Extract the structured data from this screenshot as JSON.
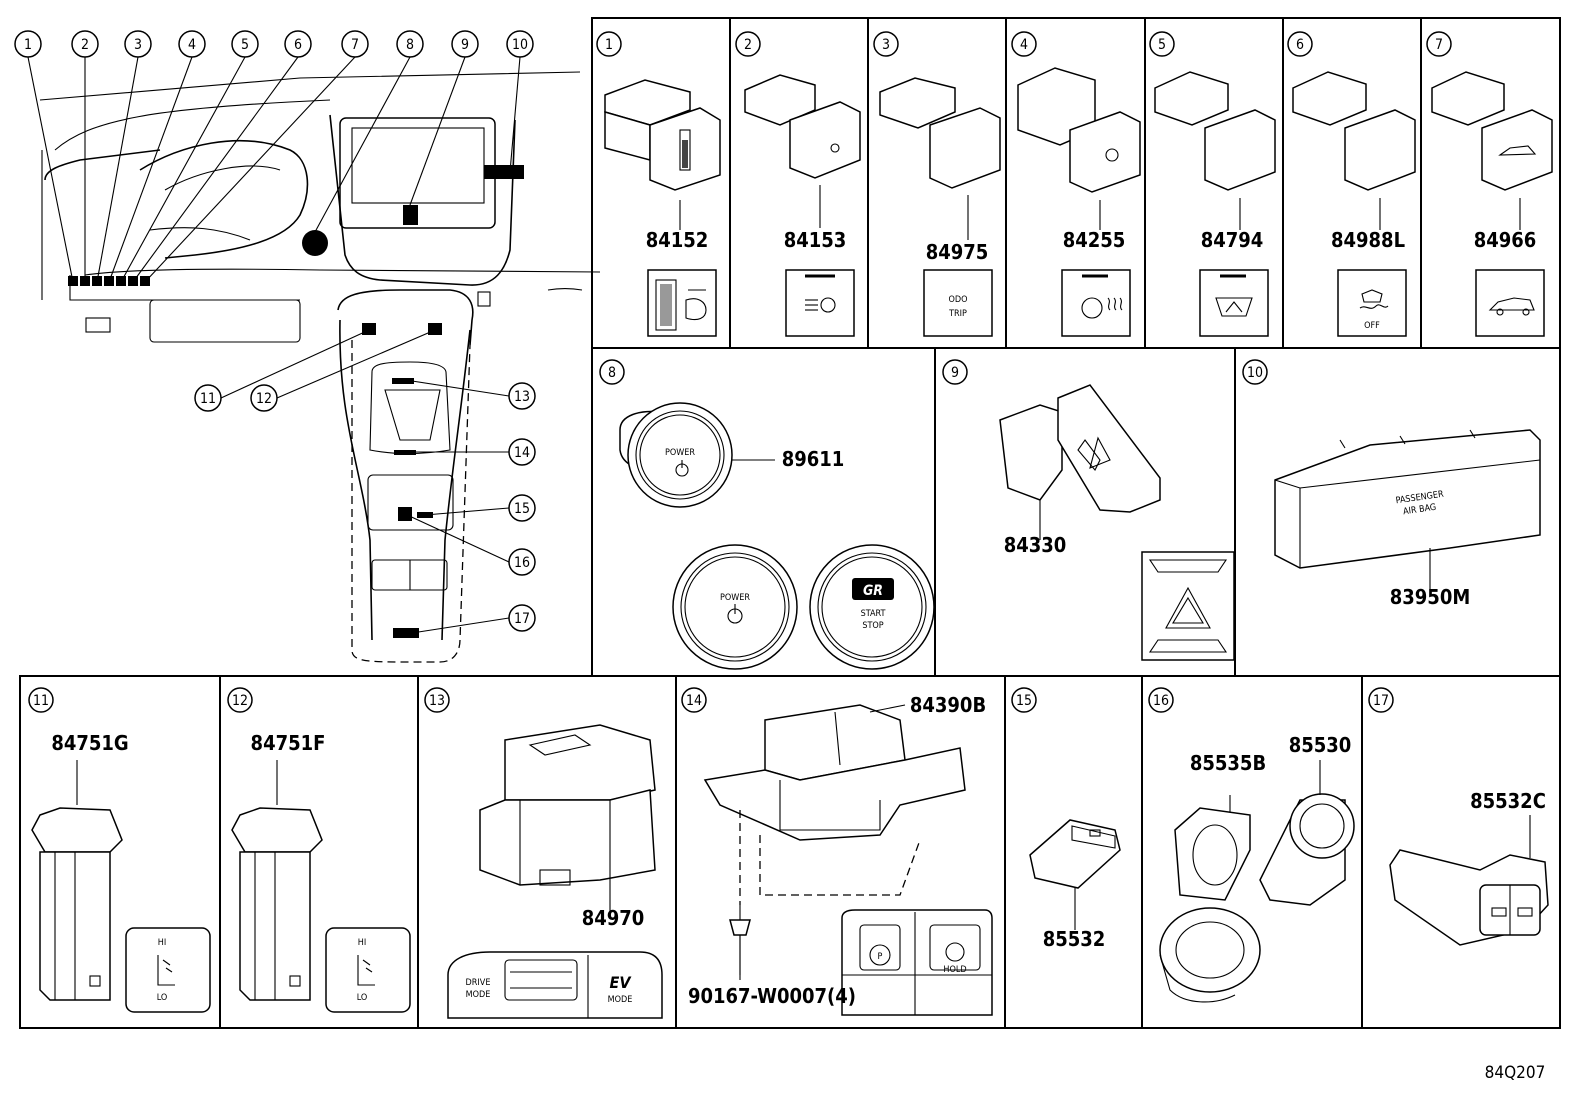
{
  "footer_code": "84Q207",
  "overview_callouts": [
    "1",
    "2",
    "3",
    "4",
    "5",
    "6",
    "7",
    "8",
    "9",
    "10",
    "11",
    "12",
    "13",
    "14",
    "15",
    "16",
    "17"
  ],
  "panels": [
    {
      "id": "1",
      "parts": [
        "84152"
      ]
    },
    {
      "id": "2",
      "parts": [
        "84153"
      ]
    },
    {
      "id": "3",
      "parts": [
        "84975"
      ]
    },
    {
      "id": "4",
      "parts": [
        "84255"
      ]
    },
    {
      "id": "5",
      "parts": [
        "84794"
      ]
    },
    {
      "id": "6",
      "parts": [
        "84988L"
      ]
    },
    {
      "id": "7",
      "parts": [
        "84966"
      ]
    },
    {
      "id": "8",
      "parts": [
        "89611"
      ]
    },
    {
      "id": "9",
      "parts": [
        "84330"
      ]
    },
    {
      "id": "10",
      "parts": [
        "83950M"
      ]
    },
    {
      "id": "11",
      "parts": [
        "84751G"
      ]
    },
    {
      "id": "12",
      "parts": [
        "84751F"
      ]
    },
    {
      "id": "13",
      "parts": [
        "84970"
      ]
    },
    {
      "id": "14",
      "parts": [
        "84390B",
        "90167-W0007(4)"
      ]
    },
    {
      "id": "15",
      "parts": [
        "85532"
      ]
    },
    {
      "id": "16",
      "parts": [
        "85535B",
        "85530"
      ]
    },
    {
      "id": "17",
      "parts": [
        "85532C"
      ]
    }
  ],
  "switch_labels": {
    "odo": "ODO",
    "trip": "TRIP",
    "off": "OFF",
    "power": "POWER",
    "gr": "GR",
    "start": "START",
    "stop": "STOP",
    "passenger": "PASSENGER",
    "airbag": "AIR BAG",
    "hi": "HI",
    "lo": "LO",
    "drive": "DRIVE",
    "mode": "MODE",
    "ev": "EV",
    "ev_mode": "MODE",
    "hold": "HOLD",
    "p": "P"
  }
}
